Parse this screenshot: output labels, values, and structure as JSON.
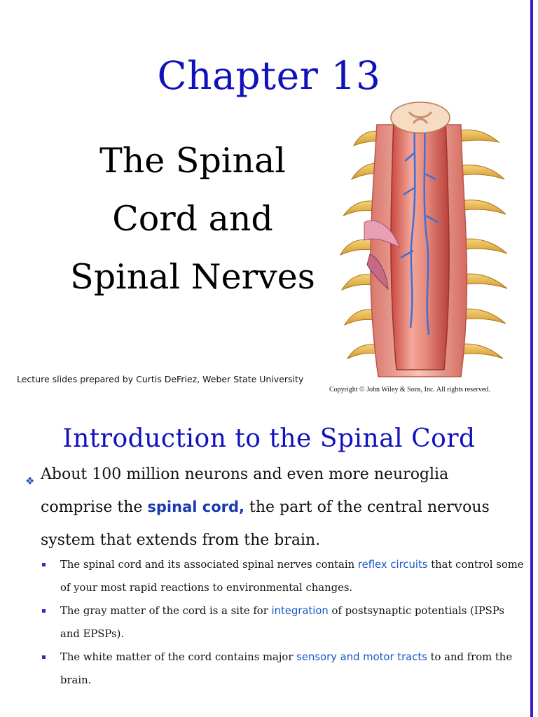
{
  "slide1": {
    "chapter": "Chapter 13",
    "title_lines": [
      "The Spinal",
      "Cord and",
      "Spinal Nerves"
    ],
    "credit": "Lecture slides prepared by Curtis DeFriez, Weber State University",
    "copyright": "Copyright © John Wiley & Sons, Inc. All rights reserved."
  },
  "slide2": {
    "heading": "Introduction to the Spinal Cord",
    "bullet": {
      "pre": "About 100 million neurons and even more neuroglia comprise the ",
      "keyword": "spinal cord,",
      "post": " the part of the central nervous system that extends from the brain."
    },
    "subbullets": [
      {
        "pre": "The spinal cord and its associated spinal nerves contain ",
        "keyword": "reflex circuits",
        "post": " that control some of your most rapid reactions to environmental changes."
      },
      {
        "pre": "The gray matter of the cord is a site for ",
        "keyword": "integration",
        "post": " of postsynaptic potentials (IPSPs and EPSPs)."
      },
      {
        "pre": "The white matter of the cord contains major ",
        "keyword": "sensory and motor tracts",
        "post": " to and from the brain."
      }
    ]
  },
  "colors": {
    "title_blue": "#1111bb",
    "keyword_blue": "#1656c7",
    "side_bar": "#3b18c8"
  },
  "icons": {
    "bullet": "diamond-bullet-icon",
    "subbullet": "square-bullet-icon"
  }
}
